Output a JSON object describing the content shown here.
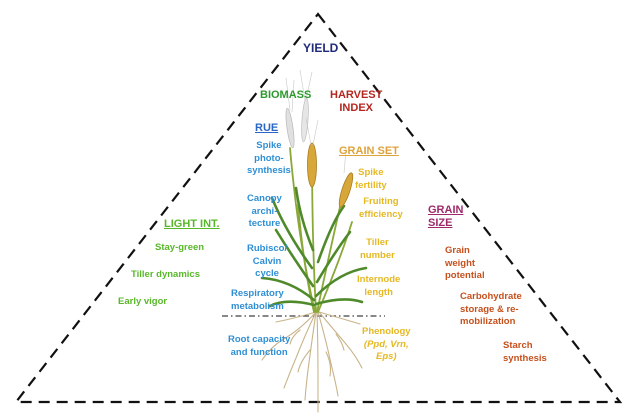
{
  "colors": {
    "yield": "#1f2a7a",
    "biomass": "#2e9a2e",
    "harvest_index": "#b3261e",
    "rue": "#2a67c4",
    "rue_items": "#2f8fd4",
    "grain_set": "#e0a23a",
    "grain_set_items": "#e6b822",
    "grain_size": "#9e2a6a",
    "grain_size_items": "#c6501c",
    "light_int": "#58b82a",
    "outline": "#111111"
  },
  "yield": "YIELD",
  "biomass": "BIOMASS",
  "harvest_index": "HARVEST\nINDEX",
  "rue": {
    "title": "RUE",
    "items": [
      "Spike\nphoto-\nsynthesis",
      "Canopy\narchi-\ntecture",
      "Rubisco/\nCalvin\ncycle",
      "Respiratory\nmetabolism",
      "Root capacity\nand function"
    ]
  },
  "grain_set": {
    "title": "GRAIN SET",
    "items": [
      "Spike\nfertility",
      "Fruiting\nefficiency",
      "Tiller\nnumber",
      "Internode\nlength"
    ],
    "phenology": {
      "label": "Phenology",
      "genes": "(Ppd, Vrn,\nEps)"
    }
  },
  "grain_size": {
    "title": "GRAIN\nSIZE",
    "items": [
      "Grain\nweight\npotential",
      "Carbohydrate\nstorage & re-\nmobilization",
      "Starch\nsynthesis"
    ]
  },
  "light_int": {
    "title": "LIGHT INT.",
    "items": [
      "Stay-green",
      "Tiller dynamics",
      "Early vigor"
    ]
  }
}
